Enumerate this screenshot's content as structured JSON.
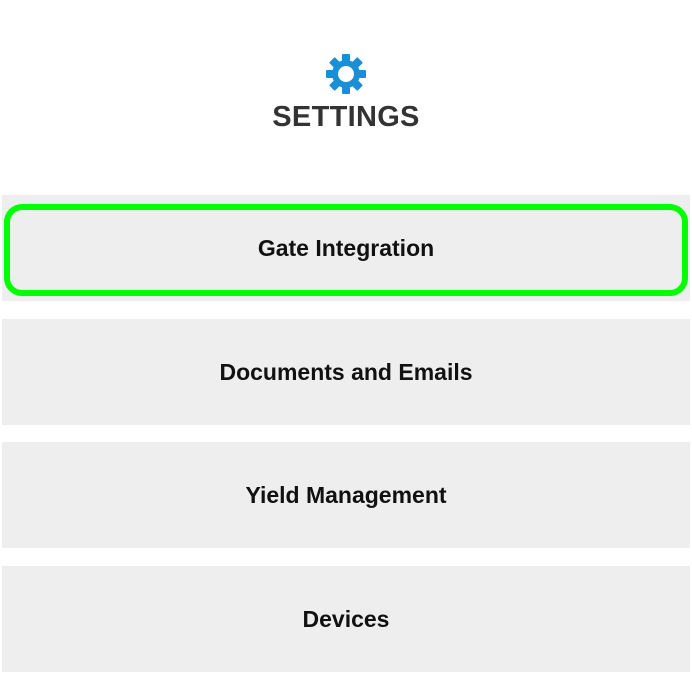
{
  "header": {
    "icon": "gear-icon",
    "icon_color": "#1a8fd6",
    "title": "SETTINGS"
  },
  "menu": {
    "items": [
      {
        "label": "Gate Integration",
        "highlighted": true
      },
      {
        "label": "Documents and Emails",
        "highlighted": false
      },
      {
        "label": "Yield Management",
        "highlighted": false
      },
      {
        "label": "Devices",
        "highlighted": false
      }
    ],
    "highlight_color": "#00ff00",
    "button_bg": "#eeeeee"
  }
}
